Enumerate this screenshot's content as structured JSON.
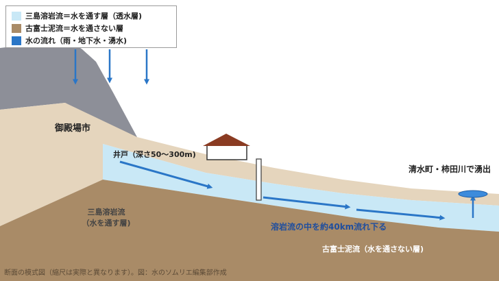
{
  "legend": {
    "items": [
      {
        "label": "三島溶岩流＝水を通す層（透水層)",
        "color": "#c9e8f6"
      },
      {
        "label": "古富士泥流＝水を通さない層",
        "color": "#a98b67"
      },
      {
        "label": "水の流れ（雨・地下水・湧水)",
        "color": "#2a76c7"
      }
    ]
  },
  "labels": {
    "city": "御殿場市",
    "well": "井戸（深さ50〜300m)",
    "lava_layer_line1": "三島溶岩流",
    "lava_layer_line2": "（水を通す層)",
    "spring_place": "清水町・柿田川で湧出",
    "flow_text": "溶岩流の中を約40km流れ下る",
    "mud_layer": "古富士泥流（水を通さない層)",
    "caption": "断面の模式図（縮尺は実際と異なります）。図：水のソムリエ編集部作成"
  },
  "colors": {
    "mountain": "#8d8f98",
    "surface_soil": "#e5d5bd",
    "lava_layer": "#c9e8f6",
    "mud_layer": "#a98b67",
    "water_arrow": "#2a76c7",
    "house_roof": "#8a3b22"
  }
}
